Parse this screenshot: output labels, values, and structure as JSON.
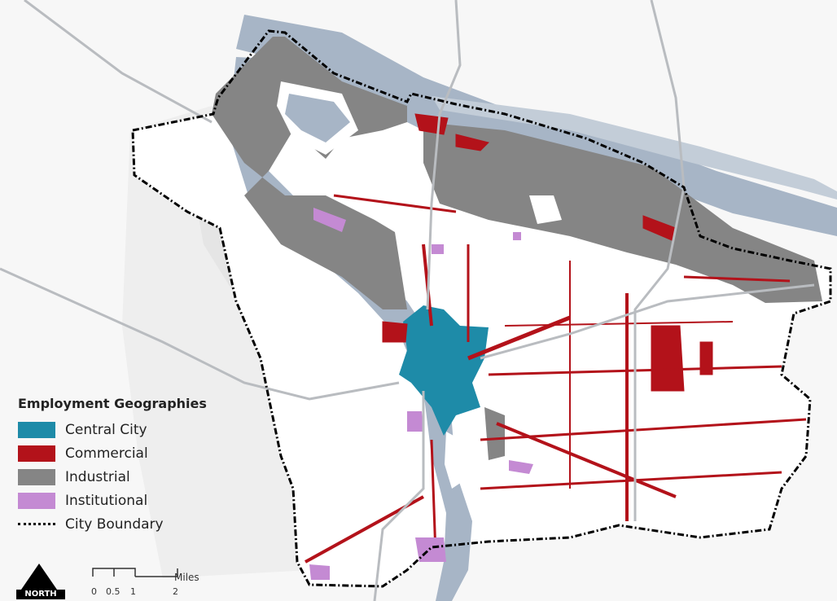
{
  "legend": {
    "title": "Employment Geographies",
    "items": [
      {
        "label": "Central City",
        "color": "#1e8ba8"
      },
      {
        "label": "Commercial",
        "color": "#b3121a"
      },
      {
        "label": "Industrial",
        "color": "#858585"
      },
      {
        "label": "Institutional",
        "color": "#c48ad3"
      }
    ],
    "boundary_label": "City Boundary"
  },
  "north_arrow": {
    "label": "NORTH"
  },
  "scale_bar": {
    "units": "Miles",
    "ticks": [
      "0",
      "0.5",
      "1",
      "2"
    ]
  },
  "colors": {
    "river": "#a7b5c6",
    "background": "#f7f7f7",
    "boundary": "#000000"
  }
}
